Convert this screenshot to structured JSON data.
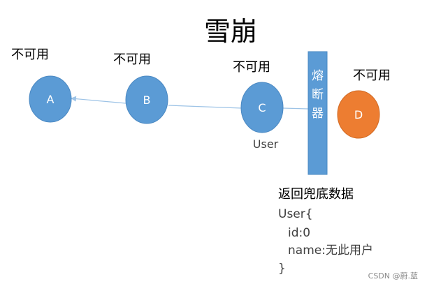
{
  "title": "雪崩",
  "status_label": "不可用",
  "nodes": [
    {
      "id": "A",
      "label": "A",
      "status": "不可用",
      "color": "#5B9BD5"
    },
    {
      "id": "B",
      "label": "B",
      "status": "不可用",
      "color": "#5B9BD5"
    },
    {
      "id": "C",
      "label": "C",
      "status": "不可用",
      "color": "#5B9BD5",
      "caption": "User"
    },
    {
      "id": "D",
      "label": "D",
      "status": "不可用",
      "color": "#ED7D31"
    }
  ],
  "breaker": {
    "chars": [
      "熔",
      "断",
      "器"
    ],
    "color": "#5B9BD5"
  },
  "fallback": {
    "heading": "返回兜底数据",
    "lines": [
      "User{",
      "id:0",
      "name:无此用户",
      "}"
    ]
  },
  "watermark": "CSDN @蔚.蓝",
  "colors": {
    "node_blue": "#5B9BD5",
    "node_orange": "#ED7D31",
    "text": "#000000",
    "edge": "#9DC3E6"
  }
}
